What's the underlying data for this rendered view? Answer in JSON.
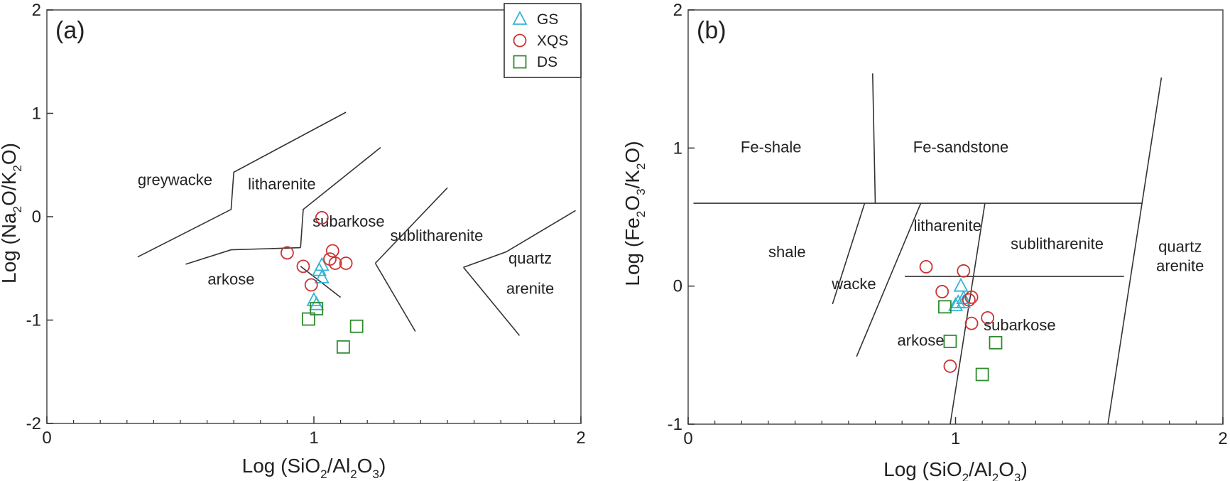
{
  "chart_data": [
    {
      "type": "scatter",
      "panel_label": "(a)",
      "xlabel": "Log (SiO2/Al2O3)",
      "ylabel": "Log (Na2O/K2O)",
      "xlim": [
        0,
        2
      ],
      "ylim": [
        -2,
        2
      ],
      "xticks": [
        0,
        1,
        2
      ],
      "yticks": [
        -2,
        -1,
        0,
        1,
        2
      ],
      "minor_x_ticks": true,
      "legend": "top-right",
      "series": [
        {
          "name": "GS",
          "marker": "triangle",
          "color": "#33b5d6",
          "points": [
            [
              1.03,
              -0.47
            ],
            [
              1.02,
              -0.52
            ],
            [
              1.03,
              -0.59
            ],
            [
              1.0,
              -0.81
            ],
            [
              1.01,
              -0.85
            ]
          ]
        },
        {
          "name": "XQS",
          "marker": "circle",
          "color": "#cc3333",
          "points": [
            [
              1.03,
              -0.01
            ],
            [
              1.07,
              -0.33
            ],
            [
              1.06,
              -0.41
            ],
            [
              1.08,
              -0.45
            ],
            [
              1.12,
              -0.45
            ],
            [
              0.9,
              -0.35
            ],
            [
              0.96,
              -0.48
            ],
            [
              0.99,
              -0.66
            ]
          ]
        },
        {
          "name": "DS",
          "marker": "square",
          "color": "#2e8b2e",
          "points": [
            [
              1.01,
              -0.89
            ],
            [
              0.98,
              -0.99
            ],
            [
              1.16,
              -1.06
            ],
            [
              1.11,
              -1.26
            ]
          ]
        }
      ],
      "fields": [
        {
          "label": "greywacke",
          "x": 0.48,
          "y": 0.36
        },
        {
          "label": "litharenite",
          "x": 0.88,
          "y": 0.32
        },
        {
          "label": "subarkose",
          "x": 1.13,
          "y": -0.04
        },
        {
          "label": "sublitharenite",
          "x": 1.46,
          "y": -0.18
        },
        {
          "label": "arkose",
          "x": 0.69,
          "y": -0.6
        },
        {
          "label": "quartz",
          "x": 1.81,
          "y": -0.4
        },
        {
          "label": "arenite",
          "x": 1.81,
          "y": -0.69
        }
      ],
      "boundaries": [
        [
          [
            0.34,
            -0.39
          ],
          [
            0.69,
            0.07
          ],
          [
            0.7,
            0.43
          ],
          [
            1.12,
            1.01
          ]
        ],
        [
          [
            0.52,
            -0.46
          ],
          [
            0.69,
            -0.32
          ],
          [
            0.95,
            -0.3
          ]
        ],
        [
          [
            0.95,
            -0.3
          ],
          [
            0.96,
            0.07
          ],
          [
            1.25,
            0.67
          ]
        ],
        [
          [
            0.95,
            -0.48
          ],
          [
            1.1,
            -0.78
          ]
        ],
        [
          [
            1.23,
            -0.45
          ],
          [
            1.5,
            0.28
          ]
        ],
        [
          [
            1.23,
            -0.45
          ],
          [
            1.38,
            -1.11
          ]
        ],
        [
          [
            1.56,
            -0.49
          ],
          [
            1.72,
            -0.34
          ],
          [
            1.98,
            0.06
          ]
        ],
        [
          [
            1.56,
            -0.49
          ],
          [
            1.77,
            -1.15
          ]
        ]
      ]
    },
    {
      "type": "scatter",
      "panel_label": "(b)",
      "xlabel": "Log (SiO2/Al2O3)",
      "ylabel": "Log (Fe2O3/K2O)",
      "xlim": [
        0,
        2
      ],
      "ylim": [
        -1,
        2
      ],
      "xticks": [
        0,
        1,
        2
      ],
      "yticks": [
        -1,
        0,
        1,
        2
      ],
      "minor_x_ticks": true,
      "series": [
        {
          "name": "GS",
          "marker": "triangle",
          "color": "#33b5d6",
          "points": [
            [
              1.02,
              0.0
            ],
            [
              1.03,
              -0.09
            ],
            [
              1.01,
              -0.12
            ],
            [
              1.03,
              -0.12
            ],
            [
              1.0,
              -0.14
            ]
          ]
        },
        {
          "name": "XQS",
          "marker": "circle",
          "color": "#cc3333",
          "points": [
            [
              0.89,
              0.14
            ],
            [
              1.03,
              0.11
            ],
            [
              0.95,
              -0.04
            ],
            [
              1.06,
              -0.08
            ],
            [
              1.05,
              -0.1
            ],
            [
              1.06,
              -0.27
            ],
            [
              1.12,
              -0.23
            ],
            [
              0.98,
              -0.58
            ]
          ]
        },
        {
          "name": "DS",
          "marker": "square",
          "color": "#2e8b2e",
          "points": [
            [
              0.96,
              -0.15
            ],
            [
              0.98,
              -0.4
            ],
            [
              1.15,
              -0.41
            ],
            [
              1.1,
              -0.64
            ]
          ]
        }
      ],
      "fields": [
        {
          "label": "Fe-shale",
          "x": 0.31,
          "y": 1.01
        },
        {
          "label": "Fe-sandstone",
          "x": 1.02,
          "y": 1.01
        },
        {
          "label": "litharenite",
          "x": 0.97,
          "y": 0.44
        },
        {
          "label": "sublitharenite",
          "x": 1.38,
          "y": 0.31
        },
        {
          "label": "shale",
          "x": 0.37,
          "y": 0.25
        },
        {
          "label": "quartz",
          "x": 1.84,
          "y": 0.29
        },
        {
          "label": "arenite",
          "x": 1.84,
          "y": 0.15
        },
        {
          "label": "wacke",
          "x": 0.62,
          "y": 0.02
        },
        {
          "label": "subarkose",
          "x": 1.24,
          "y": -0.28
        },
        {
          "label": "arkose",
          "x": 0.87,
          "y": -0.39
        }
      ],
      "boundaries": [
        [
          [
            0.02,
            0.6
          ],
          [
            1.7,
            0.6
          ]
        ],
        [
          [
            0.7,
            0.6
          ],
          [
            0.69,
            1.54
          ]
        ],
        [
          [
            0.81,
            0.07
          ],
          [
            1.63,
            0.07
          ]
        ],
        [
          [
            0.66,
            0.6
          ],
          [
            0.54,
            -0.13
          ]
        ],
        [
          [
            0.87,
            0.6
          ],
          [
            0.63,
            -0.51
          ]
        ],
        [
          [
            1.11,
            0.6
          ],
          [
            0.98,
            -1.0
          ]
        ],
        [
          [
            1.77,
            1.51
          ],
          [
            1.57,
            -1.0
          ]
        ]
      ]
    }
  ]
}
